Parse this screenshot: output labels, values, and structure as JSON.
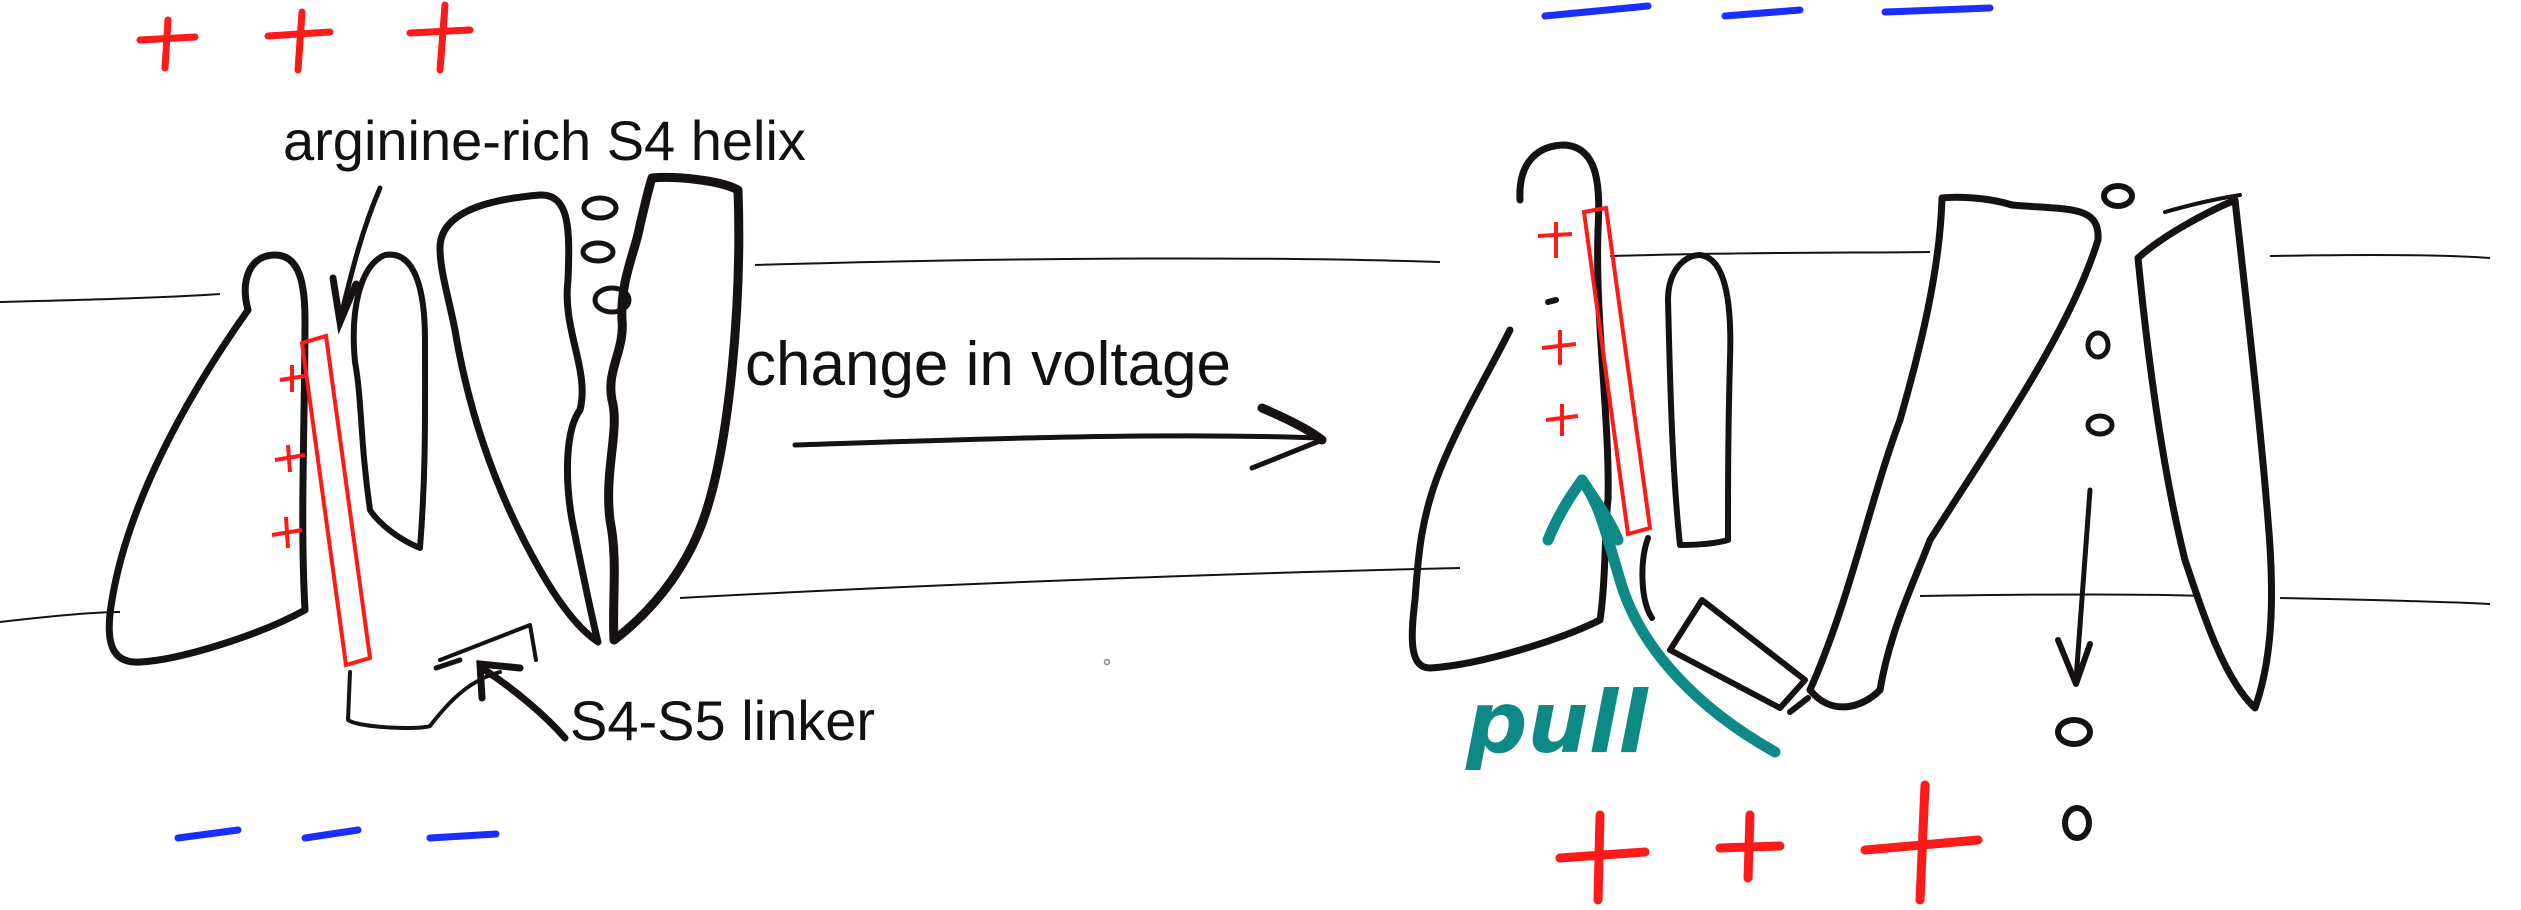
{
  "labels": {
    "s4_helix": "arginine-rich S4 helix",
    "arrow": "change in voltage",
    "linker": "S4-S5 linker",
    "pull": "pull"
  },
  "colors": {
    "ink": "#161213",
    "positive_charge": "#ff1a1a",
    "negative_charge": "#1a2eff",
    "helix_outline": "#ff1a1a",
    "pull_arrow": "#0e8a86"
  },
  "charges": {
    "left_top": "+ + +",
    "left_bottom": "− − −",
    "right_top": "− − −",
    "right_bottom": "+ + +"
  }
}
